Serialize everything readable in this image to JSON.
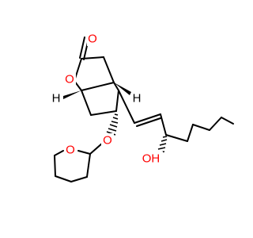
{
  "molecule": {
    "atoms": {
      "carbonyl_oxygen": {
        "label": "O",
        "color": "#ff0000"
      },
      "lactone_oxygen": {
        "label": "O",
        "color": "#ff0000"
      },
      "ether_oxygen": {
        "label": "O",
        "color": "#ff0000"
      },
      "pyran_oxygen": {
        "label": "O",
        "color": "#ff0000"
      },
      "hydroxyl": {
        "label": "OH",
        "color": "#ff0000"
      },
      "stereo_h_left": {
        "label": "H",
        "color": "#000000"
      },
      "stereo_h_right": {
        "label": "H",
        "color": "#000000"
      }
    },
    "colors": {
      "bond": "#000000",
      "heteroatom": "#ff0000",
      "background": "#ffffff"
    }
  }
}
